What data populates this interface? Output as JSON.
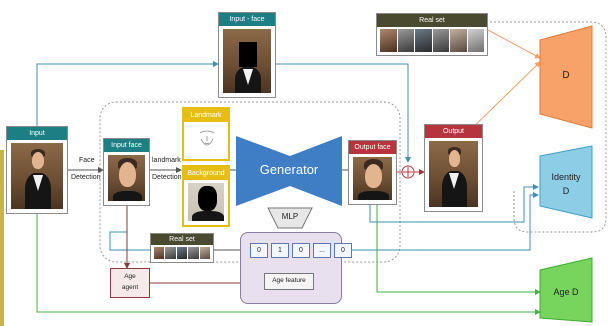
{
  "cards": {
    "input_face_top": "Input - face",
    "real_set_top": "Real set",
    "input": "Input",
    "input_face": "Input face",
    "landmark": "Landmark",
    "background": "Background",
    "output_face": "Output face",
    "output": "Output",
    "real_set_bottom": "Real set"
  },
  "labels": {
    "face": "Face",
    "detection_left": "Detection",
    "landmark": "landmark",
    "detection_mid": "Detection",
    "generator": "Generator",
    "mlp": "MLP",
    "age_agent_line1": "Age",
    "age_agent_line2": "agent",
    "age_feature": "Age feature"
  },
  "vector": [
    "0",
    "1",
    "0",
    "...",
    "0"
  ],
  "discriminators": {
    "d": "D",
    "identity_line1": "Identity",
    "identity_line2": "D",
    "age_d": "Age D"
  },
  "colors": {
    "teal": "#1b7f84",
    "dark_olive": "#4a4a30",
    "red": "#b5343d",
    "yellow": "#e6bd13",
    "generator_blue": "#3f7dc4",
    "d_orange": "#f8a26a",
    "identity_blue": "#8ecde6",
    "age_green": "#77d45c",
    "arrow_blue": "#3f8fb0",
    "arrow_green": "#4aae4a",
    "arrow_maroon": "#8e3a3a"
  },
  "decorations": [
    "plus-icon",
    "landmark-face-sketch"
  ]
}
